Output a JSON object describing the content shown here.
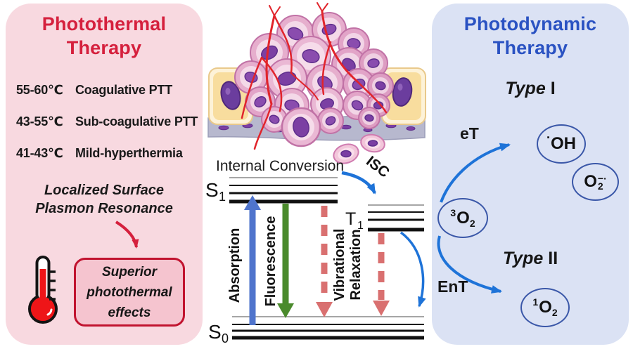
{
  "left_panel": {
    "title_line1": "Photothermal",
    "title_line2": "Therapy",
    "temps": [
      {
        "range": "55-60℃",
        "label": "Coagulative PTT"
      },
      {
        "range": "43-55℃",
        "label": "Sub-coagulative PTT"
      },
      {
        "range": "41-43℃",
        "label": "Mild-hyperthermia"
      }
    ],
    "lspr_line1": "Localized Surface",
    "lspr_line2": "Plasmon Resonance",
    "effect_box": {
      "line1": "Superior",
      "line2": "photothermal",
      "line3": "effects"
    }
  },
  "center": {
    "jablonski": {
      "internal_conversion": "Internal Conversion",
      "isc": "ISC",
      "s1_base": "S",
      "s1_sub": "1",
      "t1_base": "T",
      "t1_sub": "1",
      "s0_base": "S",
      "s0_sub": "0",
      "absorption": "Absorption",
      "fluorescence": "Fluorescence",
      "vib_relax_line1": "Vibrational",
      "vib_relax_line2": "Relaxation"
    }
  },
  "right_panel": {
    "title_line1": "Photodynamic",
    "title_line2": "Therapy",
    "type1_italic": "Type",
    "type1_num": "I",
    "type2_italic": "Type",
    "type2_num": "II",
    "et_label": "eT",
    "ent_label": "EnT",
    "species": {
      "hydroxyl": {
        "sup": "·",
        "base": "OH"
      },
      "superoxide": {
        "base": "O",
        "sup": "−·",
        "sub": "2"
      },
      "triplet_oxygen": {
        "sup": "3",
        "base": "O",
        "sub": "2"
      },
      "singlet_oxygen": {
        "sup": "1",
        "base": "O",
        "sub": "2"
      }
    }
  },
  "colors": {
    "left_accent": "#d5203d",
    "right_accent": "#2a52c2",
    "left_panel_bg": "#f8d9e0",
    "right_panel_bg": "#dbe2f4",
    "absorption_arrow": "#4f74cc",
    "fluorescence_arrow": "#4a8a2c",
    "relaxation_arrow": "#d97070",
    "transfer_arrow": "#1e73d8",
    "vessel_red": "#e1242b"
  }
}
